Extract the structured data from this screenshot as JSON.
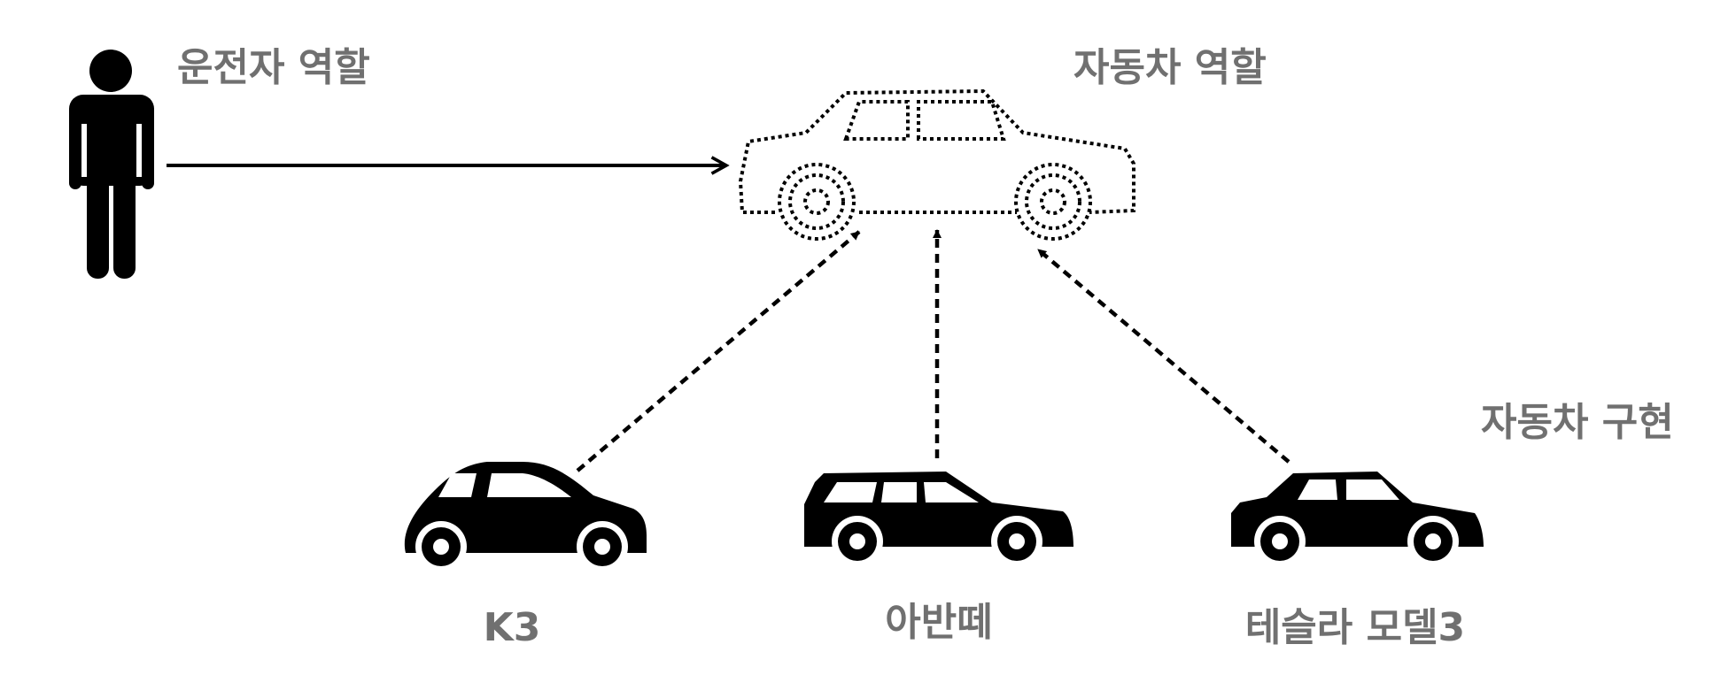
{
  "labels": {
    "driver_role": "운전자 역할",
    "car_role": "자동차 역할",
    "car_impl": "자동차 구현"
  },
  "cars": [
    {
      "name": "K3"
    },
    {
      "name": "아반떼"
    },
    {
      "name": "테슬라 모델3"
    }
  ],
  "icons": {
    "driver": "person-icon",
    "role_car": "dotted-car-outline-icon",
    "impl_car": "car-icon"
  },
  "colors": {
    "label": "#707070",
    "icon": "#000000",
    "background": "#ffffff"
  }
}
